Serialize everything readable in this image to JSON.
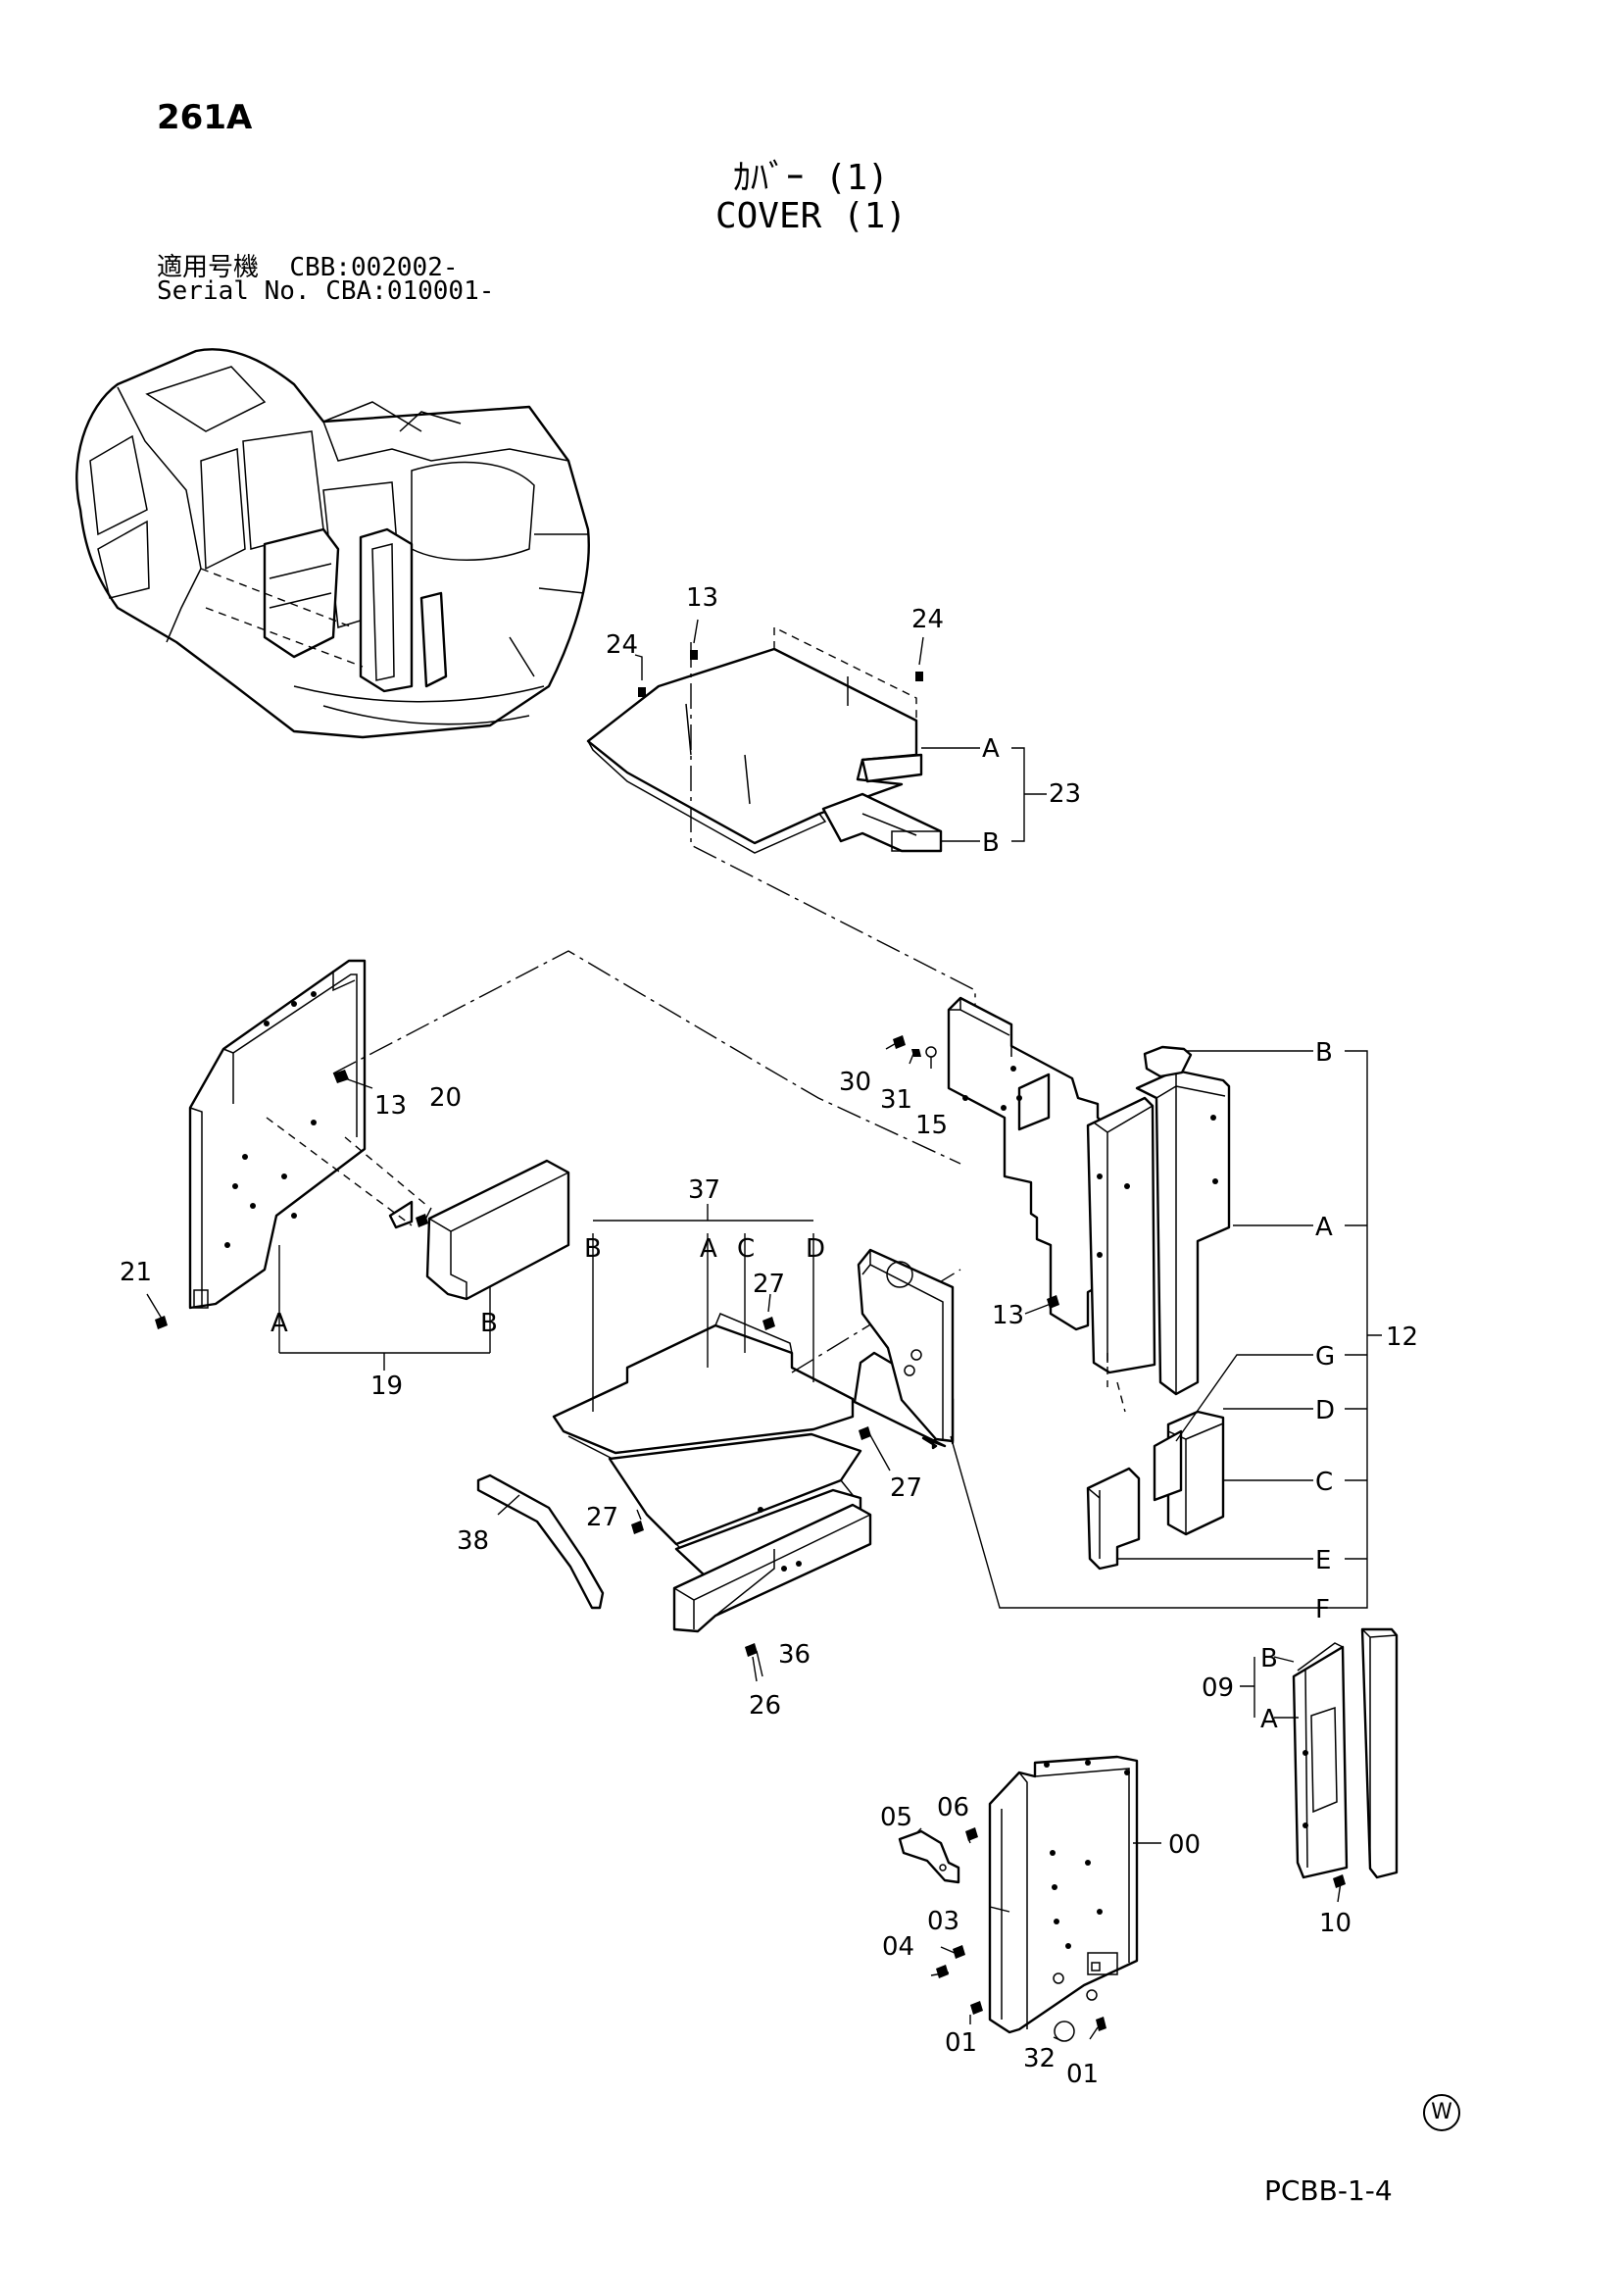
{
  "page_code": "261A",
  "title_jp": "ｶﾊﾞｰ (1)",
  "title_en": "COVER (1)",
  "serial": [
    {
      "label": "適用号機",
      "value": "CBB:002002-"
    },
    {
      "label": "Serial No.",
      "value": "CBA:010001-"
    }
  ],
  "callouts": {
    "c13a": "13",
    "c24a": "24",
    "c24b": "24",
    "c23": "23",
    "c23_A": "A",
    "c23_B": "B",
    "c30": "30",
    "c31": "31",
    "c15": "15",
    "c13b": "13",
    "c20": "20",
    "c21": "21",
    "c19": "19",
    "c19_A": "A",
    "c19_B": "B",
    "c37": "37",
    "c37_B": "B",
    "c37_A": "A",
    "c37_C": "C",
    "c37_D": "D",
    "c27a": "27",
    "c27b": "27",
    "c27c": "27",
    "c38": "38",
    "c36": "36",
    "c26": "26",
    "c13c": "13",
    "c12": "12",
    "c12_B": "B",
    "c12_A": "A",
    "c12_G": "G",
    "c12_D": "D",
    "c12_C": "C",
    "c12_E": "E",
    "c12_F": "F",
    "c09": "09",
    "c09_B": "B",
    "c09_A": "A",
    "c10": "10",
    "c05": "05",
    "c06": "06",
    "c00": "00",
    "c03": "03",
    "c04": "04",
    "c01a": "01",
    "c32": "32",
    "c01b": "01"
  },
  "watermark_symbol": "W",
  "footer_code": "PCBB-1-4"
}
